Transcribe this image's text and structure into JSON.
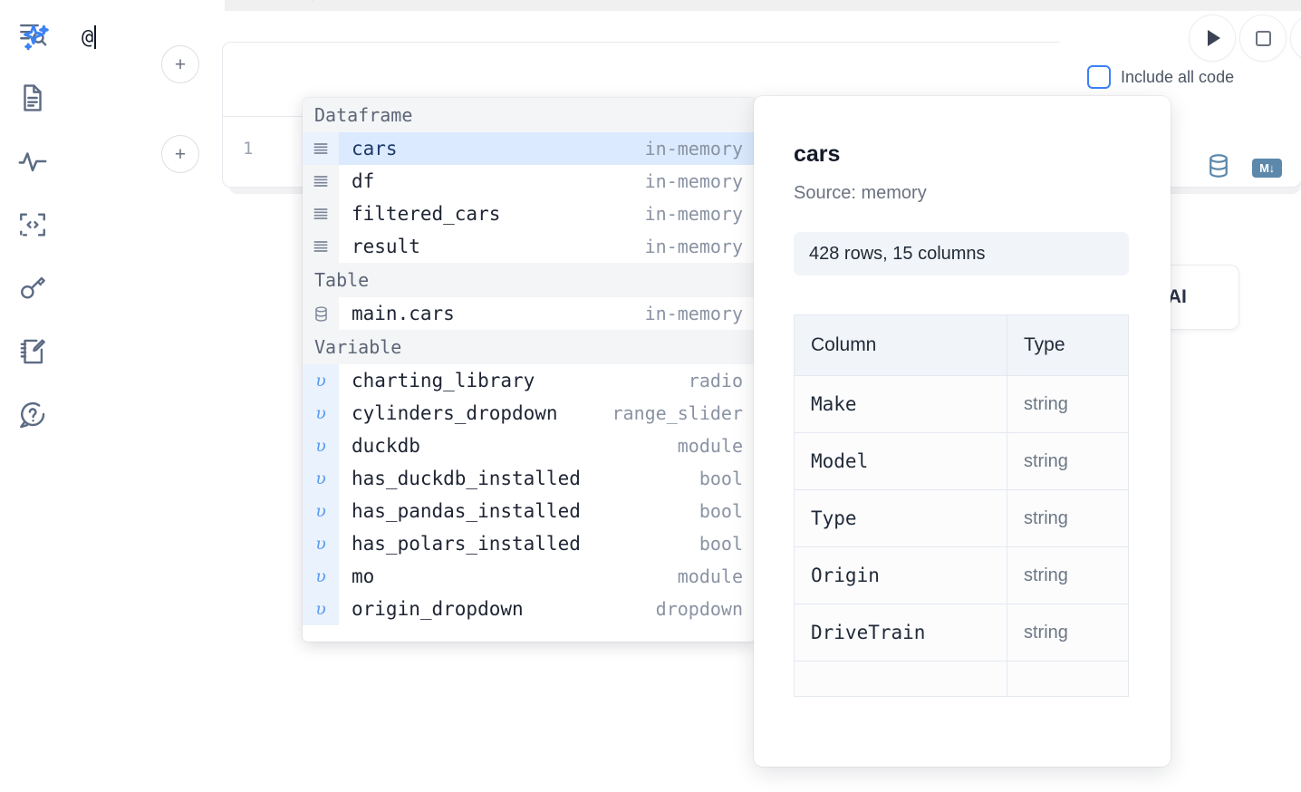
{
  "app": {
    "accent": "#3b82f6",
    "highlight_bg": "#dbeafe",
    "panel_bg": "#f1f4f8"
  },
  "sidebar": {
    "items": [
      {
        "icon": "file-search-icon",
        "name": "explorer"
      },
      {
        "icon": "document-icon",
        "name": "documentation"
      },
      {
        "icon": "activity-icon",
        "name": "variables"
      },
      {
        "icon": "code-block-icon",
        "name": "snippets"
      },
      {
        "icon": "key-icon",
        "name": "secrets"
      },
      {
        "icon": "notebook-edit-icon",
        "name": "scratchpad"
      },
      {
        "icon": "chat-help-icon",
        "name": "help"
      }
    ]
  },
  "toolbar": {
    "run_label": "Run",
    "stop_label": "Stop",
    "include_all_code_label": "Include all code",
    "include_all_code_checked": false,
    "add_cell_label": "+"
  },
  "ai_cell": {
    "icon": "sparkles-icon",
    "input_value": "@",
    "placeholder": ""
  },
  "code_cell": {
    "line_number": "1",
    "content": "",
    "icons": [
      {
        "name": "database-icon",
        "label": ""
      },
      {
        "name": "markdown-icon",
        "label": "M"
      }
    ]
  },
  "ai_chip": {
    "label": "h AI"
  },
  "autocomplete": {
    "groups": [
      {
        "label": "Dataframe",
        "items": [
          {
            "icon": "dataframe-icon",
            "name": "cars",
            "type": "in-memory",
            "selected": true
          },
          {
            "icon": "dataframe-icon",
            "name": "df",
            "type": "in-memory",
            "selected": false
          },
          {
            "icon": "dataframe-icon",
            "name": "filtered_cars",
            "type": "in-memory",
            "selected": false
          },
          {
            "icon": "dataframe-icon",
            "name": "result",
            "type": "in-memory",
            "selected": false
          }
        ]
      },
      {
        "label": "Table",
        "items": [
          {
            "icon": "database-icon",
            "name": "main.cars",
            "type": "in-memory",
            "selected": false
          }
        ]
      },
      {
        "label": "Variable",
        "items": [
          {
            "icon": "variable-icon",
            "name": "charting_library",
            "type": "radio",
            "selected": false
          },
          {
            "icon": "variable-icon",
            "name": "cylinders_dropdown",
            "type": "range_slider",
            "selected": false
          },
          {
            "icon": "variable-icon",
            "name": "duckdb",
            "type": "module",
            "selected": false
          },
          {
            "icon": "variable-icon",
            "name": "has_duckdb_installed",
            "type": "bool",
            "selected": false
          },
          {
            "icon": "variable-icon",
            "name": "has_pandas_installed",
            "type": "bool",
            "selected": false
          },
          {
            "icon": "variable-icon",
            "name": "has_polars_installed",
            "type": "bool",
            "selected": false
          },
          {
            "icon": "variable-icon",
            "name": "mo",
            "type": "module",
            "selected": false
          },
          {
            "icon": "variable-icon",
            "name": "origin_dropdown",
            "type": "dropdown",
            "selected": false
          }
        ]
      }
    ]
  },
  "info_panel": {
    "title": "cars",
    "source": "Source: memory",
    "shape": "428 rows, 15 columns",
    "columns_header": "Column",
    "type_header": "Type",
    "rows": [
      {
        "column": "Make",
        "type": "string"
      },
      {
        "column": "Model",
        "type": "string"
      },
      {
        "column": "Type",
        "type": "string"
      },
      {
        "column": "Origin",
        "type": "string"
      },
      {
        "column": "DriveTrain",
        "type": "string"
      },
      {
        "column": "",
        "type": ""
      }
    ]
  }
}
